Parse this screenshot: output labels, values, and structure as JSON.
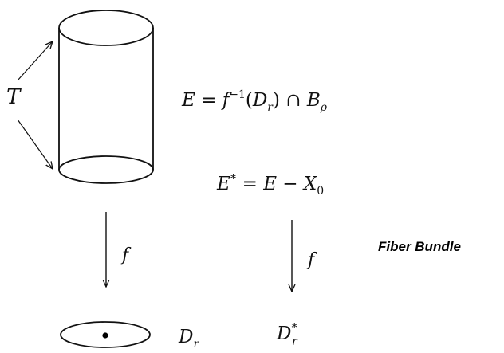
{
  "diagram": {
    "t_label": "T",
    "E_definition": {
      "lhs": "E",
      "eq": " = ",
      "f": "f",
      "sup": "−1",
      "open": "(",
      "D": "D",
      "D_sub": "r",
      "close": ")",
      "cap": " ∩ ",
      "B": "B",
      "B_sub": "ρ"
    },
    "E_star_definition": {
      "lhs": "E",
      "star": "*",
      "eq": " = ",
      "E": "E",
      "minus": " − ",
      "X": "X",
      "X_sub": "0"
    },
    "left_arrow_label": "f",
    "right_arrow_label": "f",
    "fiber_bundle_label": "Fiber Bundle",
    "D_r": {
      "D": "D",
      "sub": "r"
    },
    "D_r_star": {
      "D": "D",
      "sup": "*",
      "sub": "r"
    }
  }
}
